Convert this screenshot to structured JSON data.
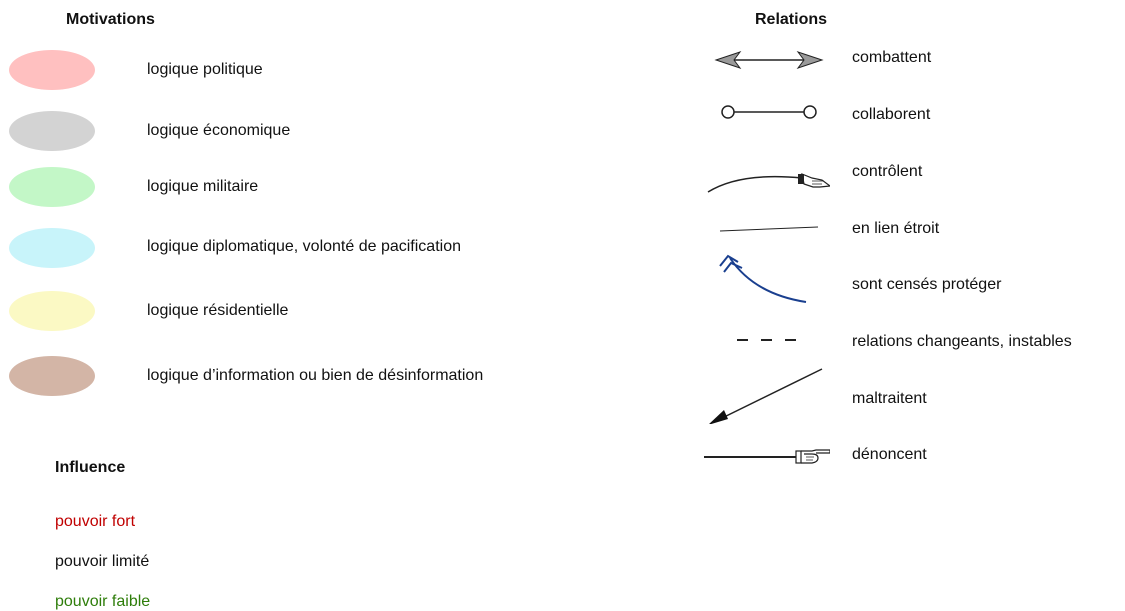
{
  "motivations": {
    "heading": "Motivations",
    "items": [
      {
        "label": "logique politique",
        "color": "#ffc0c0"
      },
      {
        "label": "logique économique",
        "color": "#d3d3d3"
      },
      {
        "label": "logique militaire",
        "color": "#c3f7c7"
      },
      {
        "label": "logique diplomatique, volonté de pacification",
        "color": "#c8f4fa"
      },
      {
        "label": "logique résidentielle",
        "color": "#fbf9c4"
      },
      {
        "label": "logique d’information ou bien de désinformation",
        "color": "#d3b5a6"
      }
    ]
  },
  "relations": {
    "heading": "Relations",
    "items": [
      {
        "label": "combattent",
        "icon": "double-headed-arrow-icon"
      },
      {
        "label": "collaborent",
        "icon": "circle-ended-line-icon"
      },
      {
        "label": "contrôlent",
        "icon": "curve-with-hand-icon"
      },
      {
        "label": "en lien étroit",
        "icon": "thin-line-icon"
      },
      {
        "label": "sont censés protéger",
        "icon": "blue-double-chevron-curve-icon"
      },
      {
        "label": "relations changeants, instables",
        "icon": "dashed-line-icon"
      },
      {
        "label": "maltraitent",
        "icon": "diagonal-arrow-icon"
      },
      {
        "label": "dénoncent",
        "icon": "line-with-pointing-hand-icon"
      }
    ]
  },
  "influence": {
    "heading": "Influence",
    "items": [
      {
        "label": "pouvoir fort",
        "color": "#c00000"
      },
      {
        "label": "pouvoir limité",
        "color": "#111111"
      },
      {
        "label": "pouvoir faible",
        "color": "#2e7d0a"
      }
    ]
  }
}
